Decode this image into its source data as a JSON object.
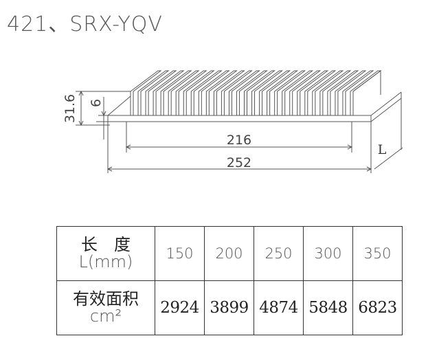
{
  "title": "421、SRX-YQV",
  "drawing": {
    "dim_height_total": "31.6",
    "dim_base_thickness": "6",
    "dim_fin_width": "216",
    "dim_total_width": "252",
    "dim_length": "L"
  },
  "table": {
    "length_header": "长　度",
    "length_unit": "L(mm)",
    "area_header": "有效面积",
    "area_unit": "cm²",
    "lengths": [
      "150",
      "200",
      "250",
      "300",
      "350"
    ],
    "areas": [
      "2924",
      "3899",
      "4874",
      "5848",
      "6823"
    ]
  }
}
